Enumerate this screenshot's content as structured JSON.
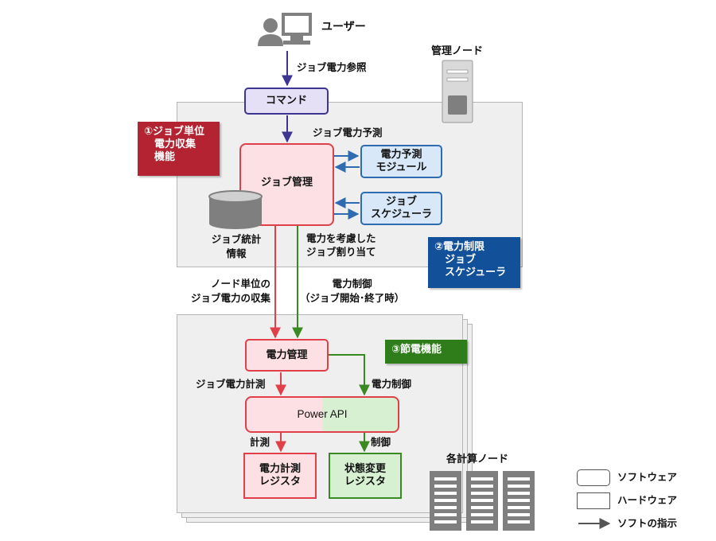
{
  "user": {
    "label": "ユーザー"
  },
  "mgmt_node": {
    "label": "管理ノード"
  },
  "compute_nodes": {
    "label": "各計算ノード"
  },
  "boxes": {
    "command": "コマンド",
    "job_manager": "ジョブ管理",
    "power_predict": "電力予測\nモジュール",
    "job_scheduler": "ジョブ\nスケジューラ",
    "job_stats": "ジョブ統計\n情報",
    "power_manager": "電力管理",
    "power_api": "Power API",
    "power_meas_reg": "電力計測\nレジスタ",
    "state_change_reg": "状態変更\nレジスタ"
  },
  "badges": {
    "b1": "①ジョブ単位\n　電力収集\n　機能",
    "b2": "②電力制限\n　ジョブ\n　スケジューラ",
    "b3": "③節電機能"
  },
  "arrows": {
    "job_power_ref": "ジョブ電力参照",
    "job_power_predict": "ジョブ電力予測",
    "power_aware_alloc": "電力を考慮した\nジョブ割り当て",
    "node_collect": "ノード単位の\nジョブ電力の収集",
    "power_control_timing": "電力制御\n（ジョブ開始･終了時）",
    "job_power_meas": "ジョブ電力計測",
    "power_control": "電力制御",
    "meas": "計測",
    "control": "制御"
  },
  "legend": {
    "software": "ソフトウェア",
    "hardware": "ハードウェア",
    "instruction": "ソフトの指示"
  },
  "colors": {
    "purple": "#3d3591",
    "red": "#e0404a",
    "green": "#3a8a24",
    "blue": "#2f6bb0",
    "badge_red": "#b32332",
    "badge_blue": "#12509a",
    "badge_green": "#2e7d1a"
  }
}
